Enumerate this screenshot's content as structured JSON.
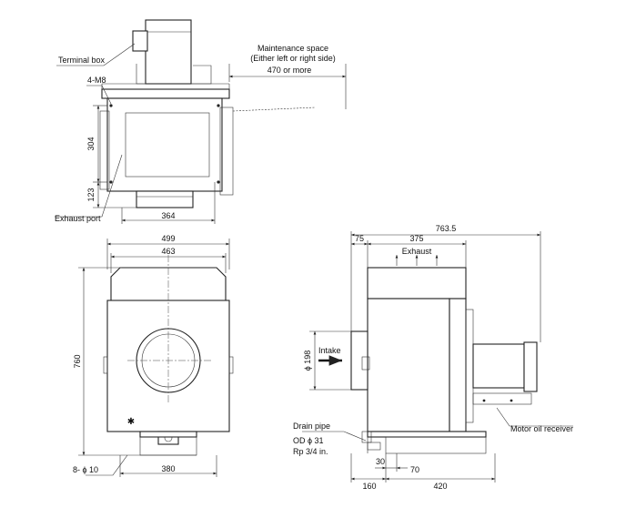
{
  "labels": {
    "terminal_box": "Terminal box",
    "bolts": "4-M8",
    "exhaust_port": "Exhaust port",
    "maintenance_line1": "Maintenance space",
    "maintenance_line2": "(Either left or right side)",
    "exhaust": "Exhaust",
    "intake": "Intake",
    "drain_pipe": "Drain pipe",
    "od": "OD ϕ 31",
    "rp": "Rp 3/4 in.",
    "motor_oil_receiver": "Motor oil receiver",
    "holes": "8- ϕ 10"
  },
  "dimensions": {
    "maintenance": "470 or more",
    "h304": "304",
    "h123": "123",
    "w364": "364",
    "w499": "499",
    "w463": "463",
    "h760": "760",
    "w380": "380",
    "w763": "763.5",
    "w75": "75",
    "w375": "375",
    "d198": "ϕ 198",
    "w30": "30",
    "w70": "70",
    "w160": "160",
    "w420": "420"
  }
}
